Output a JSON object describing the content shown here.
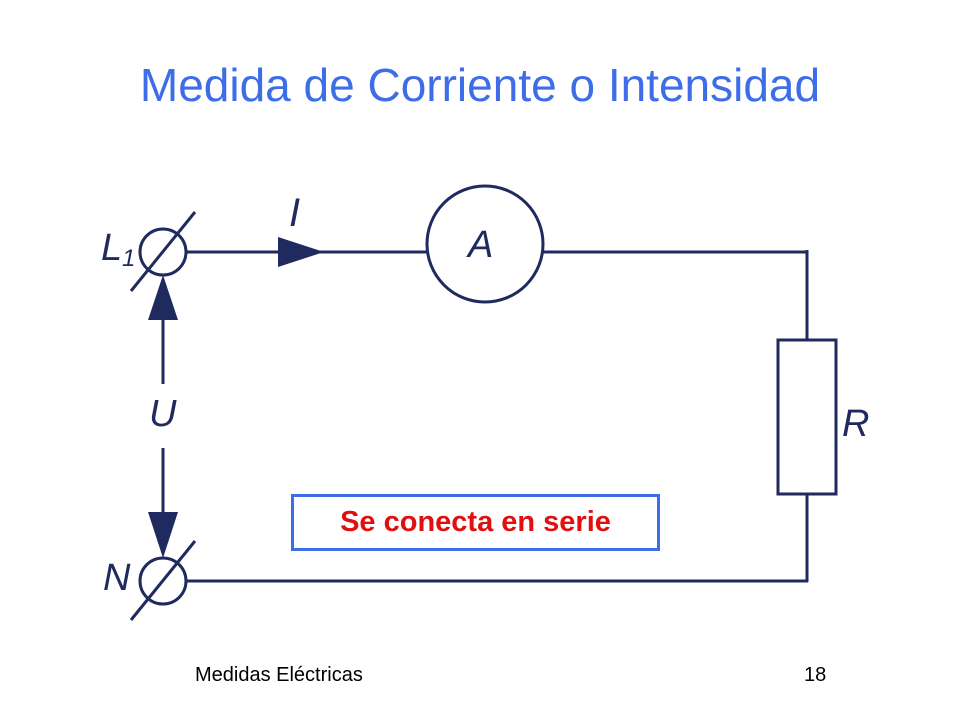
{
  "slide": {
    "title": "Medida de Corriente o Intensidad",
    "footer_left": "Medidas Eléctricas",
    "page_number": "18"
  },
  "diagram": {
    "terminal_top_label": "L",
    "terminal_top_subscript": "1",
    "terminal_bottom_label": "N",
    "current_label": "I",
    "ammeter_label": "A",
    "voltage_label": "U",
    "resistor_label": "R",
    "note": "Se conecta en serie"
  },
  "colors": {
    "title": "#3d6ee8",
    "circuit": "#1f2a5e",
    "note_text": "#e01010",
    "note_border": "#3d6ee8"
  }
}
